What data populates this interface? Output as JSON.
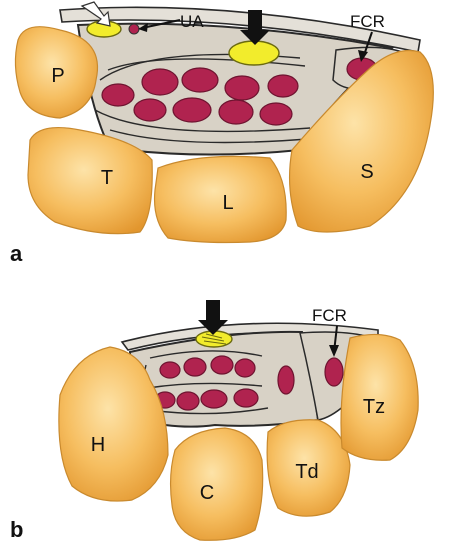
{
  "figure": {
    "panel_a": {
      "tag": "a",
      "labels": {
        "P": "P",
        "T": "T",
        "L": "L",
        "S": "S",
        "UA": "UA",
        "FCR": "FCR"
      }
    },
    "panel_b": {
      "tag": "b",
      "labels": {
        "H": "H",
        "C": "C",
        "Td": "Td",
        "Tz": "Tz",
        "FCR": "FCR"
      }
    }
  },
  "colors": {
    "bone": "#f2b24f",
    "bone_light": "#fbd58c",
    "tendon": "#b0234f",
    "nerve": "#f2ec2c",
    "canal": "#d8d2c6"
  }
}
